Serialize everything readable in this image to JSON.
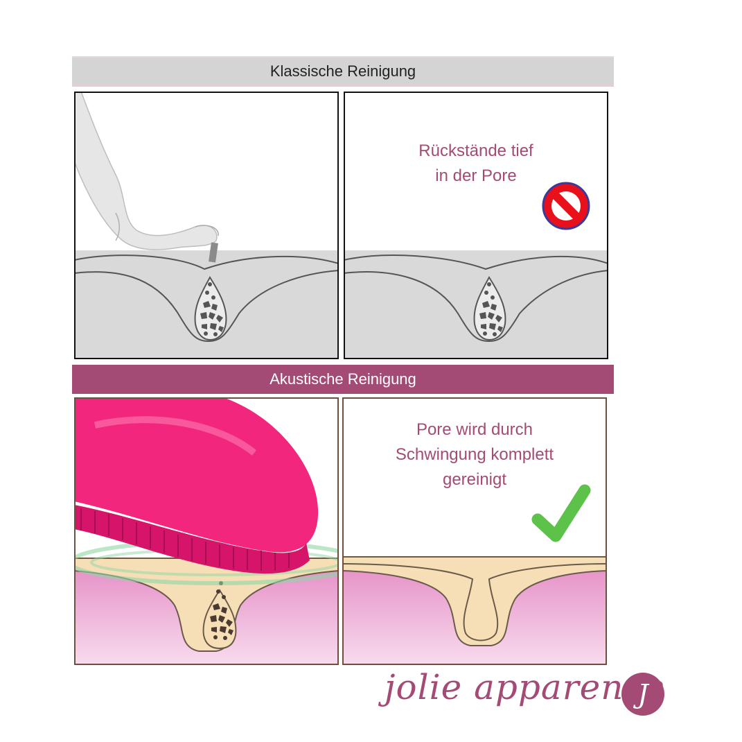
{
  "sections": {
    "classic": {
      "title": "Klassische Reinigung",
      "right_caption": "Rückstände tief\nin der Pore",
      "result_icon": "prohibited-icon"
    },
    "acoustic": {
      "title": "Akustische Reinigung",
      "right_caption": "Pore wird durch\nSchwingung komplett\ngereinigt",
      "result_icon": "checkmark-icon"
    }
  },
  "brand": {
    "name": "jolie apparence",
    "monogram": "J"
  },
  "colors": {
    "accent": "#a34b74",
    "classic_banner": "#d4d4d4",
    "skin_gray": "#d9d9d9",
    "skin_beige": "#f6dfb7",
    "skin_pink": "#e8a2cd",
    "brush_pink": "#f2267c",
    "prohibited_red": "#e8101a",
    "check_green": "#5cc24a"
  }
}
